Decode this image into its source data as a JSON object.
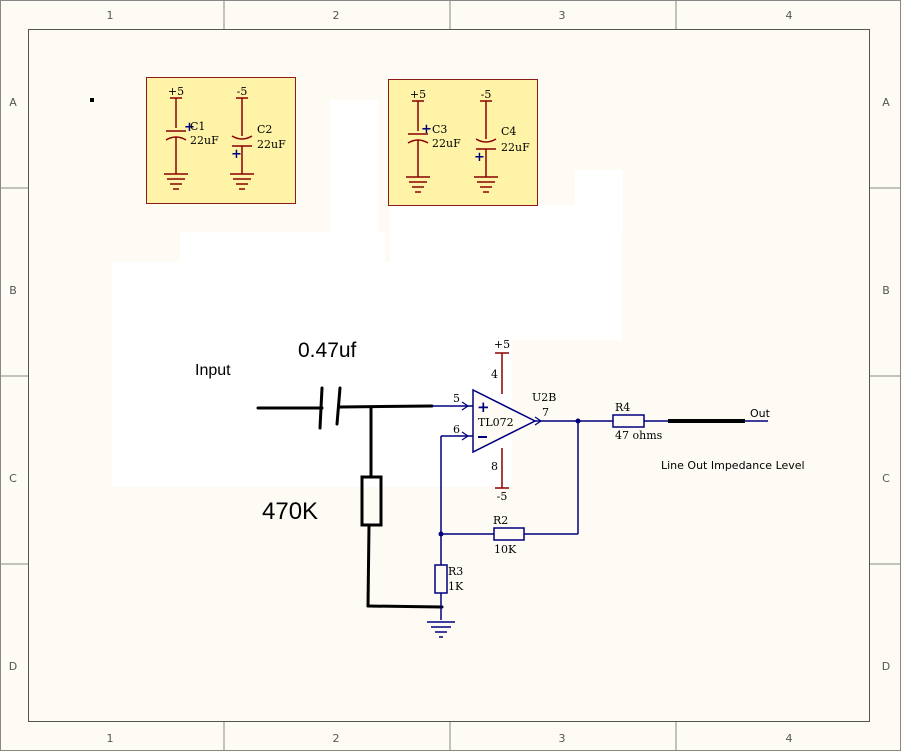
{
  "border": {
    "columns": [
      "1",
      "2",
      "3",
      "4"
    ],
    "rows": [
      "A",
      "B",
      "C",
      "D"
    ]
  },
  "power_boxes": [
    {
      "caps": [
        {
          "supply": "+5",
          "ref": "C1",
          "value": "22uF"
        },
        {
          "supply": "-5",
          "ref": "C2",
          "value": "22uF"
        }
      ]
    },
    {
      "caps": [
        {
          "supply": "+5",
          "ref": "C3",
          "value": "22uF"
        },
        {
          "supply": "-5",
          "ref": "C4",
          "value": "22uF"
        }
      ]
    }
  ],
  "handwritten": {
    "input_label": "Input",
    "cap_value": "0.47uf",
    "res_value": "470K"
  },
  "opamp": {
    "ref": "U2B",
    "part": "TL072",
    "pin_noninv": "5",
    "pin_inv": "6",
    "pin_out": "7",
    "pin_vpos": "4",
    "pin_vneg": "8",
    "supply_pos": "+5",
    "supply_neg": "-5"
  },
  "resistors": [
    {
      "ref": "R2",
      "value": "10K"
    },
    {
      "ref": "R3",
      "value": "1K"
    },
    {
      "ref": "R4",
      "value": "47 ohms"
    }
  ],
  "output": {
    "label": "Out",
    "note": "Line Out Impedance Level"
  },
  "colors": {
    "wire": "#00007f",
    "power": "#8b0000",
    "box_fill": "#fef3a7",
    "box_stroke": "#8b1a1a",
    "hand_drawn": "#000000"
  }
}
